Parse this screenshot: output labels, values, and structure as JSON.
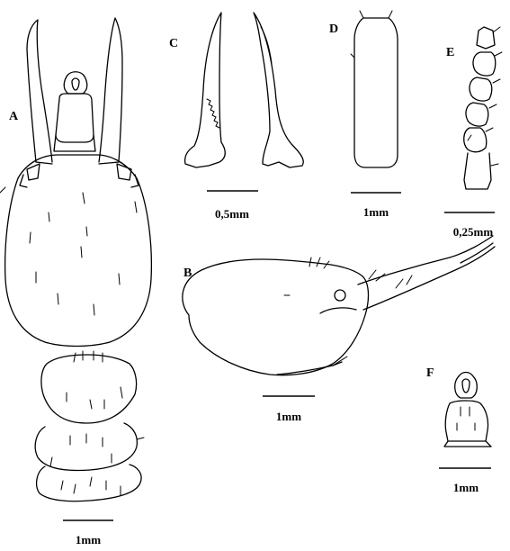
{
  "figure": {
    "panels": [
      {
        "id": "A",
        "label": "A",
        "scale_label": "1mm"
      },
      {
        "id": "B",
        "label": "B",
        "scale_label": "1mm"
      },
      {
        "id": "C",
        "label": "C",
        "scale_label": "0,5mm"
      },
      {
        "id": "D",
        "label": "D",
        "scale_label": "1mm"
      },
      {
        "id": "E",
        "label": "E",
        "scale_label": "0,25mm"
      },
      {
        "id": "F",
        "label": "F",
        "scale_label": "1mm"
      }
    ]
  }
}
